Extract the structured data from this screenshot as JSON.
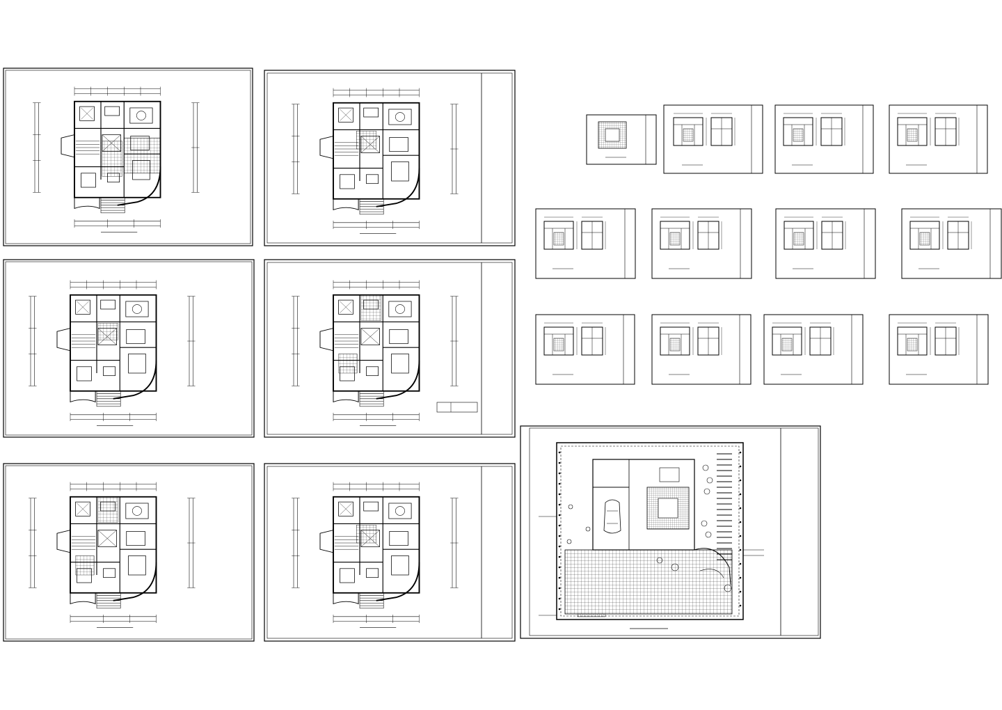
{
  "drawing_set": {
    "title": "",
    "background": "#ffffff",
    "line_color": "#000000",
    "sheets": [
      {
        "id": "s1",
        "kind": "floor-plan",
        "caption": ""
      },
      {
        "id": "s2",
        "kind": "floor-plan",
        "caption": ""
      },
      {
        "id": "s3",
        "kind": "floor-plan",
        "caption": ""
      },
      {
        "id": "s4",
        "kind": "floor-plan",
        "caption": ""
      },
      {
        "id": "s5",
        "kind": "floor-plan",
        "caption": ""
      },
      {
        "id": "s6",
        "kind": "floor-plan",
        "caption": ""
      },
      {
        "id": "s7",
        "kind": "site-plan",
        "caption": ""
      },
      {
        "id": "e1",
        "kind": "detail"
      },
      {
        "id": "e2",
        "kind": "elevation"
      },
      {
        "id": "e3",
        "kind": "elevation"
      },
      {
        "id": "e4",
        "kind": "elevation"
      },
      {
        "id": "e5",
        "kind": "elevation"
      },
      {
        "id": "e6",
        "kind": "elevation"
      },
      {
        "id": "e7",
        "kind": "elevation"
      },
      {
        "id": "e8",
        "kind": "elevation"
      },
      {
        "id": "e9",
        "kind": "elevation"
      },
      {
        "id": "e10",
        "kind": "elevation"
      },
      {
        "id": "e11",
        "kind": "elevation"
      },
      {
        "id": "e12",
        "kind": "elevation"
      }
    ]
  }
}
